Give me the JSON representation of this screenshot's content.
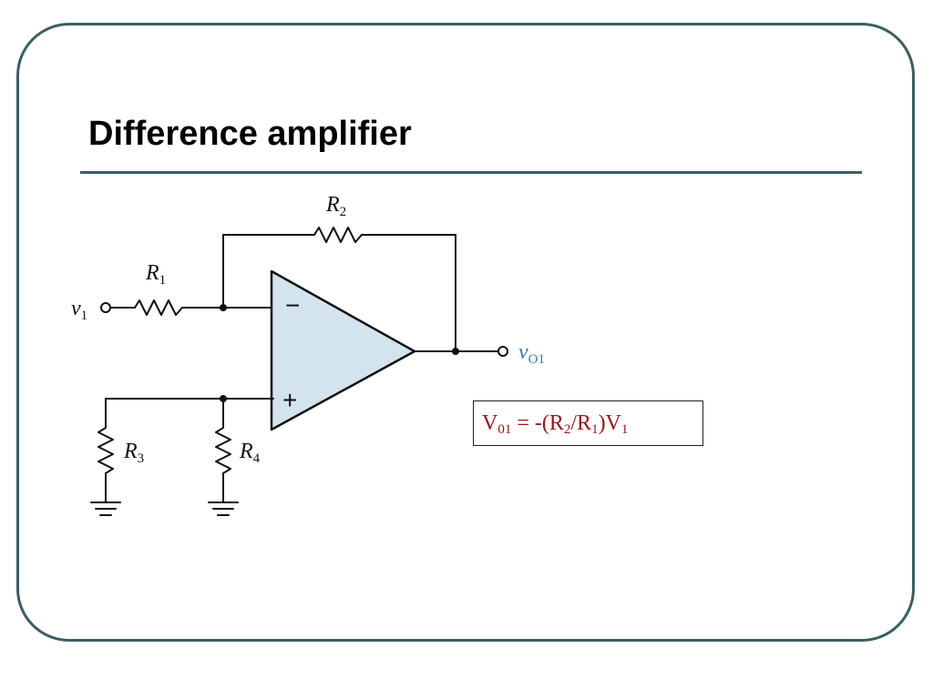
{
  "slide": {
    "title": "Difference amplifier"
  },
  "circuit": {
    "labels": {
      "v1": "v",
      "v1_sub": "1",
      "vo1": "v",
      "vo1_sub": "O1",
      "R1": "R",
      "R1_sub": "1",
      "R2": "R",
      "R2_sub": "2",
      "R3": "R",
      "R3_sub": "3",
      "R4": "R",
      "R4_sub": "4",
      "minus": "−",
      "plus": "+"
    }
  },
  "equation": {
    "V": "V",
    "V_sub": "01",
    "mid1": " = -(R",
    "R2_sub": "2",
    "mid2": "/R",
    "R1_sub": "1",
    "mid3": ")V",
    "V1_sub": "1"
  },
  "colors": {
    "frame": "#3a5f63",
    "rule": "#3a6166",
    "opamp_fill": "#d3e4ee",
    "output_label": "#2f7dbf",
    "equation_text": "#a01414"
  }
}
